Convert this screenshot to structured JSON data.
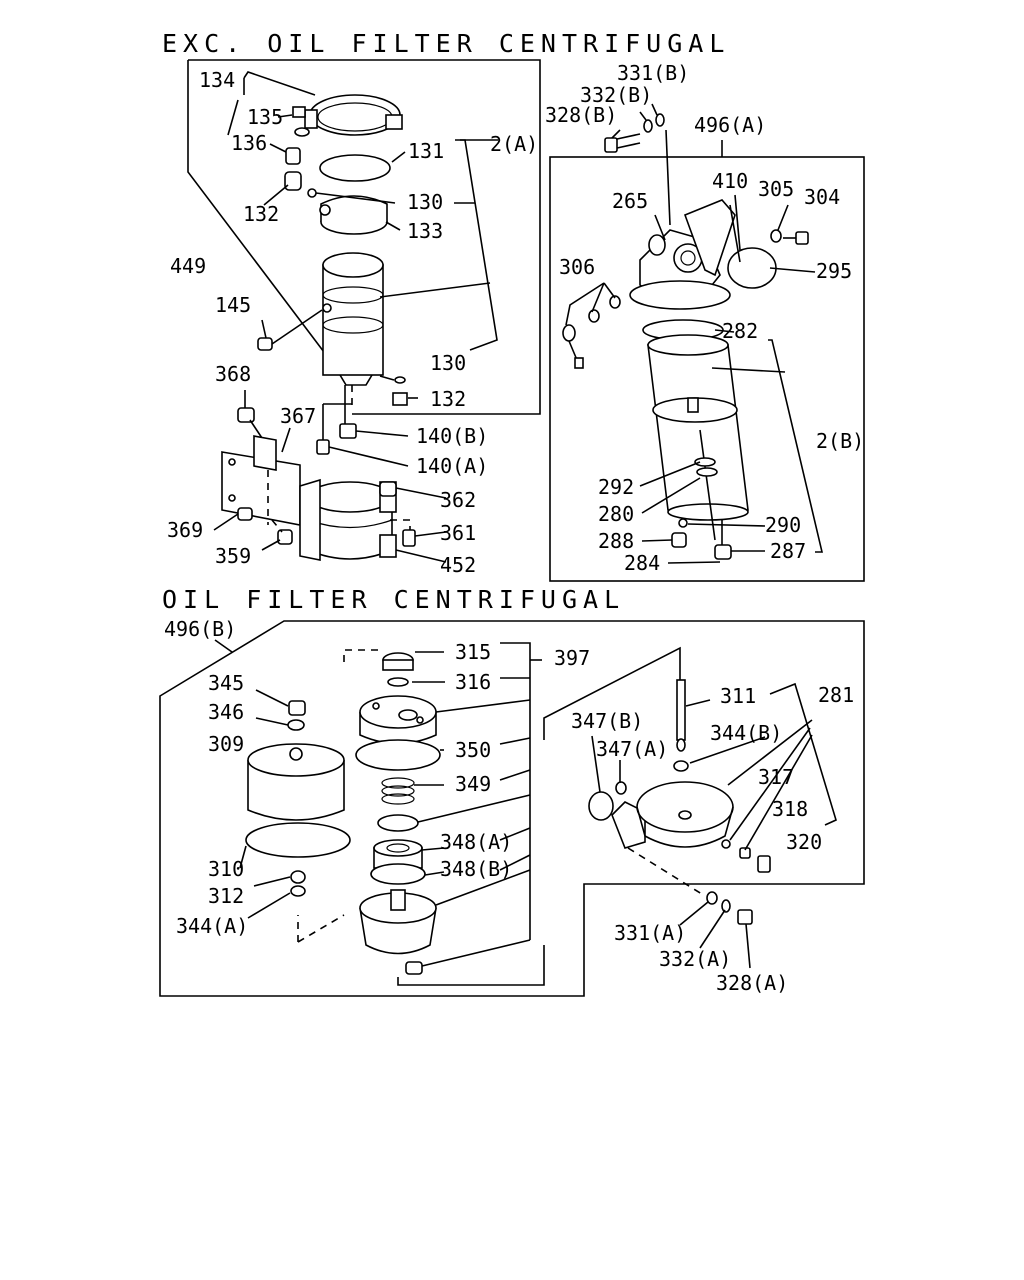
{
  "sections": {
    "exc_title": "EXC. OIL FILTER CENTRIFUGAL",
    "oil_title": "OIL FILTER CENTRIFUGAL"
  },
  "labels": {
    "p134": "134",
    "p135": "135",
    "p136": "136",
    "p131": "131",
    "p2a": "2(A)",
    "p130a": "130",
    "p132a": "132",
    "p133": "133",
    "p449": "449",
    "p145": "145",
    "p130b": "130",
    "p132b": "132",
    "p368": "368",
    "p367": "367",
    "p140b": "140(B)",
    "p140a": "140(A)",
    "p362": "362",
    "p361": "361",
    "p369": "369",
    "p359": "359",
    "p452": "452",
    "p331b": "331(B)",
    "p332b": "332(B)",
    "p328b": "328(B)",
    "p496a": "496(A)",
    "p265": "265",
    "p410": "410",
    "p305": "305",
    "p304": "304",
    "p295": "295",
    "p306": "306",
    "p282": "282",
    "p2b": "2(B)",
    "p292": "292",
    "p280": "280",
    "p290": "290",
    "p288": "288",
    "p287": "287",
    "p284": "284",
    "p496b": "496(B)",
    "p315": "315",
    "p397": "397",
    "p316": "316",
    "p345": "345",
    "p346": "346",
    "p309": "309",
    "p350": "350",
    "p349": "349",
    "p348a": "348(A)",
    "p348b": "348(B)",
    "p310": "310",
    "p312": "312",
    "p344a": "344(A)",
    "p311": "311",
    "p281": "281",
    "p347b": "347(B)",
    "p347a": "347(A)",
    "p344b": "344(B)",
    "p317": "317",
    "p318": "318",
    "p320": "320",
    "p331a": "331(A)",
    "p332a": "332(A)",
    "p328a": "328(A)"
  }
}
